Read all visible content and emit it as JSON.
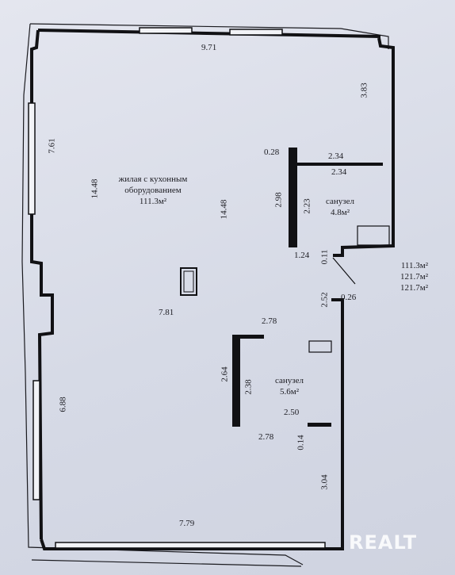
{
  "rooms": {
    "living": {
      "name_line1": "жилая с кухонным",
      "name_line2": "оборудованием",
      "area": "111.3м²"
    },
    "bath1": {
      "name": "санузел",
      "area": "4.8м²"
    },
    "bath2": {
      "name": "санузел",
      "area": "5.6м²"
    }
  },
  "areas": [
    "111.3м²",
    "121.7м²",
    "121.7м²"
  ],
  "dimensions": {
    "top": "9.71",
    "right_upper": "3.83",
    "left_upper": "7.61",
    "inner_left": "14.48",
    "inner_right": "14.48",
    "b1_wall": "0.28",
    "b1_top_outer": "2.34",
    "b1_top_inner": "2.34",
    "b1_left_outer": "2.98",
    "b1_left_inner": "2.23",
    "b1_bottom": "1.24",
    "b1_gap": "0.11",
    "mid_right_wall": "2.52",
    "mid_right_thick": "0.26",
    "center": "7.81",
    "b2_top": "2.78",
    "b2_left_outer": "2.64",
    "b2_left_inner": "2.38",
    "b2_inner_bottom": "2.50",
    "b2_bottom": "2.78",
    "b2_gap": "0.14",
    "right_lower": "3.04",
    "left_lower": "6.88",
    "bottom": "7.79"
  },
  "watermark": "REALT"
}
